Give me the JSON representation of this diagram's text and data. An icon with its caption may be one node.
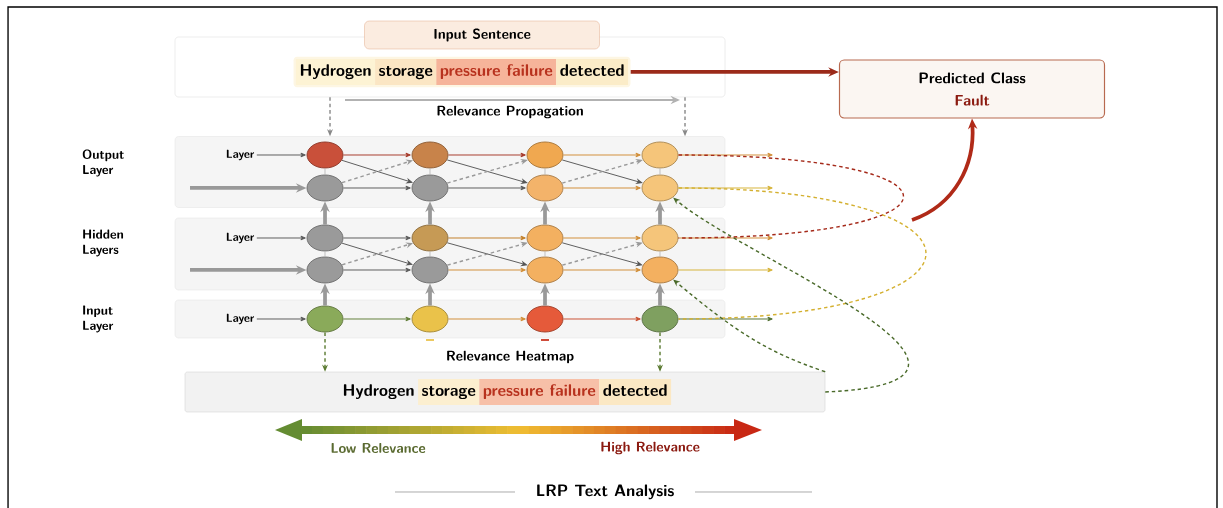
{
  "diagram": {
    "title": "LRP Text Analysis",
    "nodes": [
      {
        "text": [
          "Input Sentence"
        ]
      },
      {
        "text": [
          "Hydrogen",
          "storage",
          "pressure failure",
          "detected"
        ],
        "in": 0
      },
      {
        "text": [
          "Predicted Class",
          "Fault"
        ]
      },
      {
        "text": [
          "Output Layer"
        ]
      },
      {
        "text": [
          "Hidden Layers"
        ]
      },
      {
        "text": [
          "Input Layer"
        ]
      },
      {
        "text": [
          "Layer"
        ],
        "in": 3
      },
      {
        "text": [
          "Layer"
        ],
        "in": 4
      },
      {
        "text": [
          "Layer"
        ],
        "in": 5
      },
      {
        "text": [],
        "shape": "circle",
        "in": 3
      },
      {
        "text": [],
        "shape": "circle",
        "in": 3
      },
      {
        "text": [],
        "shape": "circle",
        "in": 3
      },
      {
        "text": [],
        "shape": "circle",
        "in": 3
      },
      {
        "text": [],
        "shape": "circle",
        "in": 3
      },
      {
        "text": [],
        "shape": "circle",
        "in": 3
      },
      {
        "text": [],
        "shape": "circle",
        "in": 3
      },
      {
        "text": [],
        "shape": "circle",
        "in": 3
      },
      {
        "text": [],
        "shape": "circle",
        "in": 4
      },
      {
        "text": [],
        "shape": "circle",
        "in": 4
      },
      {
        "text": [],
        "shape": "circle",
        "in": 4
      },
      {
        "text": [],
        "shape": "circle",
        "in": 4
      },
      {
        "text": [],
        "shape": "circle",
        "in": 4
      },
      {
        "text": [],
        "shape": "circle",
        "in": 4
      },
      {
        "text": [],
        "shape": "circle",
        "in": 4
      },
      {
        "text": [],
        "shape": "circle",
        "in": 4
      },
      {
        "text": [],
        "shape": "circle",
        "in": 5
      },
      {
        "text": [],
        "shape": "circle",
        "in": 5
      },
      {
        "text": [],
        "shape": "circle",
        "in": 5
      },
      {
        "text": [],
        "shape": "circle",
        "in": 5
      },
      {
        "text": [
          "Hydrogen",
          "storage",
          "pressure failure",
          "detected"
        ]
      }
    ],
    "edges": [
      {
        "from": 1,
        "to": 2,
        "arrow": "to",
        "style": "thick",
        "color": "#9b2a1a"
      },
      {
        "from": 0,
        "to": 3,
        "arrow": "to",
        "style": "dashed",
        "color": "#888888"
      },
      {
        "from": 0,
        "to": 3,
        "arrow": "to",
        "style": "dashed",
        "color": "#888888"
      },
      {
        "from": 6,
        "to": 9,
        "arrow": "to"
      },
      {
        "from": 7,
        "to": 17,
        "arrow": "to"
      },
      {
        "from": 8,
        "to": 25,
        "arrow": "to"
      },
      {
        "from": null,
        "to": 13,
        "arrow": "to",
        "style": "thick",
        "color": "#999999"
      },
      {
        "from": null,
        "to": 21,
        "arrow": "to",
        "style": "thick",
        "color": "#999999"
      },
      {
        "from": 9,
        "to": 10,
        "arrow": "to",
        "color": "#a33222"
      },
      {
        "from": 10,
        "to": 11,
        "arrow": "to",
        "color": "#a33222"
      },
      {
        "from": 11,
        "to": 12,
        "arrow": "to",
        "color": "#d08a30"
      },
      {
        "from": 13,
        "to": 14,
        "arrow": "to"
      },
      {
        "from": 14,
        "to": 15,
        "arrow": "to"
      },
      {
        "from": 15,
        "to": 16,
        "arrow": "to",
        "color": "#d08a30"
      },
      {
        "from": 17,
        "to": 18,
        "arrow": "to"
      },
      {
        "from": 18,
        "to": 19,
        "arrow": "to",
        "color": "#c07a20"
      },
      {
        "from": 19,
        "to": 20,
        "arrow": "to",
        "color": "#d08a30"
      },
      {
        "from": 21,
        "to": 22,
        "arrow": "to"
      },
      {
        "from": 22,
        "to": 23,
        "arrow": "to",
        "color": "#d08a30"
      },
      {
        "from": 23,
        "to": 24,
        "arrow": "to",
        "color": "#d08a30"
      },
      {
        "from": 25,
        "to": 26,
        "arrow": "to",
        "color": "#5a7a30"
      },
      {
        "from": 26,
        "to": 27,
        "arrow": "to",
        "color": "#d08a30"
      },
      {
        "from": 27,
        "to": 28,
        "arrow": "to",
        "color": "#c84a2a"
      },
      {
        "from": 9,
        "to": 13,
        "arrow": "none",
        "color": "#bbbbbb"
      },
      {
        "from": 10,
        "to": 14,
        "arrow": "none",
        "color": "#bbbbbb"
      },
      {
        "from": 11,
        "to": 15,
        "arrow": "none",
        "color": "#bbbbbb"
      },
      {
        "from": 12,
        "to": 16,
        "arrow": "none",
        "color": "#bbbbbb"
      },
      {
        "from": 17,
        "to": 21,
        "arrow": "none",
        "color": "#bbbbbb"
      },
      {
        "from": 18,
        "to": 22,
        "arrow": "none",
        "color": "#bbbbbb"
      },
      {
        "from": 19,
        "to": 23,
        "arrow": "none",
        "color": "#bbbbbb"
      },
      {
        "from": 20,
        "to": 24,
        "arrow": "none",
        "color": "#bbbbbb"
      },
      {
        "from": 17,
        "to": 13,
        "arrow": "to",
        "style": "thick",
        "color": "#999999"
      },
      {
        "from": 18,
        "to": 14,
        "arrow": "to",
        "style": "thick",
        "color": "#999999"
      },
      {
        "from": 19,
        "to": 15,
        "arrow": "to",
        "style": "thick",
        "color": "#999999"
      },
      {
        "from": 20,
        "to": 16,
        "arrow": "to",
        "style": "thick",
        "color": "#999999"
      },
      {
        "from": 25,
        "to": 21,
        "arrow": "to",
        "style": "thick",
        "color": "#999999"
      },
      {
        "from": 26,
        "to": 22,
        "arrow": "to",
        "style": "thick",
        "color": "#999999"
      },
      {
        "from": 27,
        "to": 23,
        "arrow": "to",
        "style": "thick",
        "color": "#999999"
      },
      {
        "from": 28,
        "to": 24,
        "arrow": "to",
        "style": "thick",
        "color": "#999999"
      },
      {
        "from": 9,
        "to": 14,
        "arrow": "to"
      },
      {
        "from": 10,
        "to": 15,
        "arrow": "to"
      },
      {
        "from": 11,
        "to": 16,
        "arrow": "to"
      },
      {
        "from": 17,
        "to": 22,
        "arrow": "to"
      },
      {
        "from": 18,
        "to": 23,
        "arrow": "to"
      },
      {
        "from": 19,
        "to": 24,
        "arrow": "to"
      },
      {
        "from": 13,
        "to": 10,
        "arrow": "to",
        "style": "dashed",
        "color": "#999999"
      },
      {
        "from": 14,
        "to": 11,
        "arrow": "to",
        "style": "dashed",
        "color": "#999999"
      },
      {
        "from": 15,
        "to": 12,
        "arrow": "to",
        "style": "dashed",
        "color": "#999999"
      },
      {
        "from": 21,
        "to": 18,
        "arrow": "to",
        "style": "dashed",
        "color": "#999999"
      },
      {
        "from": 22,
        "to": 19,
        "arrow": "to",
        "style": "dashed",
        "color": "#999999"
      },
      {
        "from": 23,
        "to": 20,
        "arrow": "to",
        "style": "dashed",
        "color": "#999999"
      },
      {
        "from": 12,
        "to": null,
        "arrow": "to",
        "color": "#d08a30"
      },
      {
        "from": 16,
        "to": null,
        "arrow": "to",
        "color": "#d4b030"
      },
      {
        "from": 20,
        "to": null,
        "arrow": "to",
        "color": "#d08a30"
      },
      {
        "from": 24,
        "to": null,
        "arrow": "to",
        "color": "#d4b030"
      },
      {
        "from": 28,
        "to": null,
        "arrow": "to",
        "color": "#4a6a2a"
      },
      {
        "from": 12,
        "to": 20,
        "arrow": "none",
        "style": "dashed",
        "color": "#a52a1a"
      },
      {
        "from": 16,
        "to": 28,
        "arrow": "none",
        "style": "dashed",
        "color": "#d4b030"
      },
      {
        "from": 29,
        "to": 16,
        "arrow": "to",
        "style": "dashed",
        "color": "#4a6a2a"
      },
      {
        "from": 29,
        "to": 24,
        "arrow": "to",
        "style": "dashed",
        "color": "#4a6a2a"
      },
      {
        "from": null,
        "to": 2,
        "arrow": "to",
        "style": "thick",
        "color": "#b02a18"
      },
      {
        "from": 25,
        "to": 29,
        "arrow": "to",
        "style": "dashed",
        "color": "#5a7a30"
      },
      {
        "from": 28,
        "to": 29,
        "arrow": "to",
        "style": "dashed",
        "color": "#5a7a30"
      }
    ],
    "labels": [
      "Relevance Propagation",
      "Relevance Heatmap",
      "Low Relevance",
      "High Relevance"
    ]
  }
}
